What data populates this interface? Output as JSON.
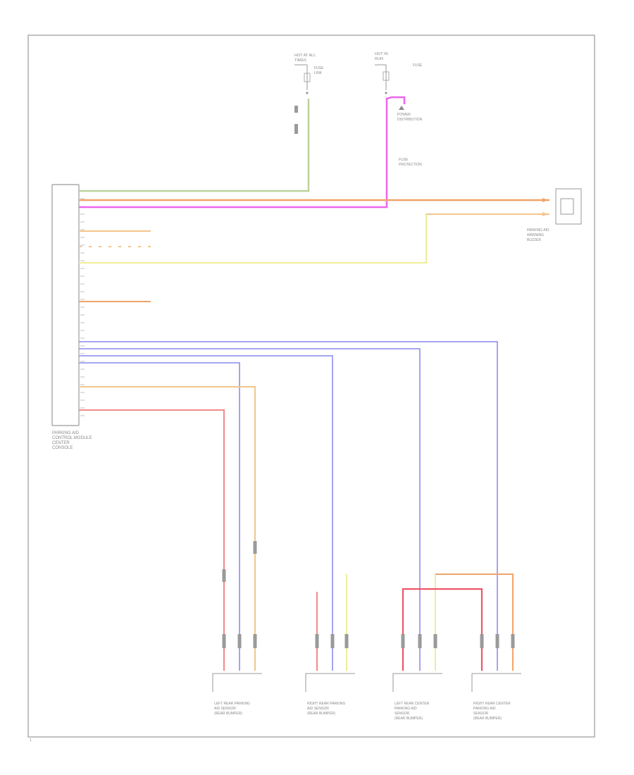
{
  "diagram": {
    "colors": {
      "border": "#9a9a9a",
      "text": "#8a8a8a",
      "green": "#bcd19a",
      "pink": "#ee66ee",
      "orange": "#f0a46a",
      "yellow": "#eeee99",
      "blue": "#9a9af0",
      "red": "#f08a8a",
      "lightorange": "#f3c58c"
    },
    "fuse1": {
      "header": [
        "HOT AT ALL",
        "TIMES"
      ],
      "label": [
        "FUSE",
        "LINK"
      ]
    },
    "fuse2": {
      "header": [
        "HOT IN",
        "RUN"
      ],
      "label": [
        "FUSE"
      ]
    },
    "power_label": [
      "POWER",
      "DISTRIBUTION"
    ],
    "ground_label": [
      "FUSE",
      "PROTECTION"
    ],
    "module_label": [
      "PARKING AID",
      "CONTROL MODULE",
      "CENTER",
      "CONSOLE"
    ],
    "right_component_label": [
      "PARKING AID",
      "WARNING",
      "BUZZER"
    ],
    "sensor_labels": [
      [
        "LEFT REAR PARKING",
        "AID SENSOR",
        "(REAR BUMPER)"
      ],
      [
        "RIGHT REAR PARKING",
        "AID SENSOR",
        "(REAR BUMPER)"
      ],
      [
        "LEFT REAR CENTER",
        "PARKING AID",
        "SENSOR",
        "(REAR BUMPER)"
      ],
      [
        "RIGHT REAR CENTER",
        "PARKING AID",
        "SENSOR",
        "(REAR BUMPER)"
      ]
    ],
    "figure_code": "1"
  }
}
